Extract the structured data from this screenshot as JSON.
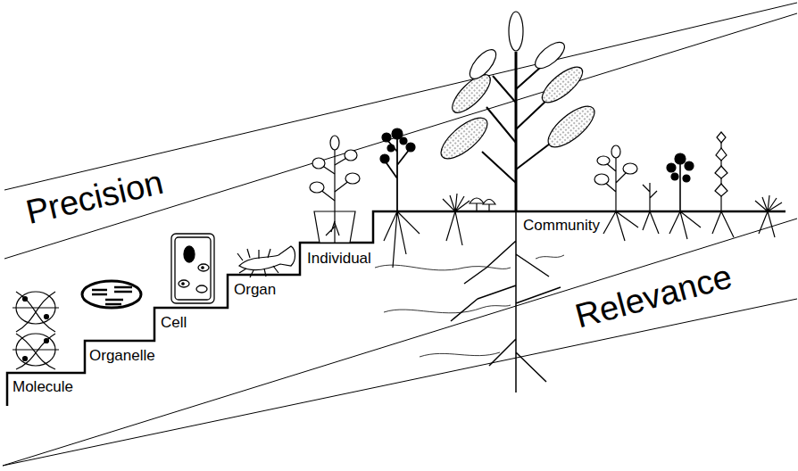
{
  "diagram": {
    "labels": [
      "Precision",
      "Molecule",
      "Organelle",
      "Cell",
      "Organ",
      "Individual",
      "Community",
      "Relevance"
    ]
  }
}
